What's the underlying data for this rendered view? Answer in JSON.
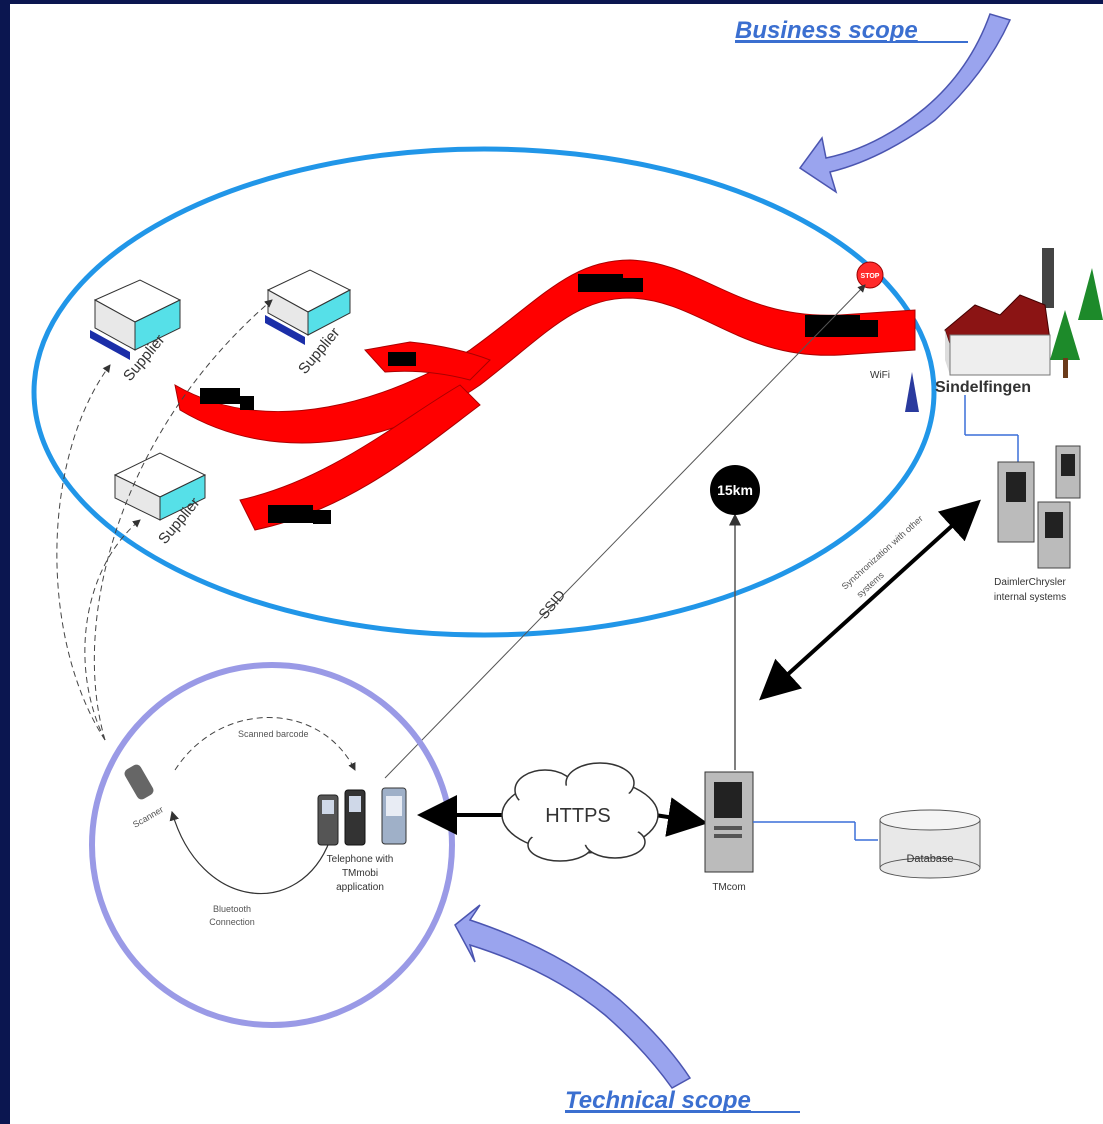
{
  "scopes": {
    "business": "Business scope",
    "technical": "Technical scope"
  },
  "labels": {
    "supplier_1": "Supplier",
    "supplier_2": "Supplier",
    "supplier_3": "Supplier",
    "plant": "Sindelfingen",
    "wifi": "WiFi",
    "stop": "STOP",
    "distance": "15km",
    "ssid": "SSID",
    "internal_systems_1": "DaimlerChrysler",
    "internal_systems_2": "internal systems",
    "sync_line_1": "Synchronization with other",
    "sync_line_2": "systems",
    "https": "HTTPS",
    "server": "TMcom",
    "database": "Database",
    "phones_1": "Telephone with",
    "phones_2": "TMmobi",
    "phones_3": "application",
    "scanned": "Scanned barcode",
    "scanner": "Scanner",
    "bluetooth_1": "Bluetooth",
    "bluetooth_2": "Connection"
  },
  "colors": {
    "background": "#0b1650",
    "business_ellipse": "#2196e8",
    "technical_circle": "#9a9ae6",
    "road": "#ff0000",
    "scope_arrow": "#9aa4ee",
    "scope_text": "#3b6fd0"
  }
}
